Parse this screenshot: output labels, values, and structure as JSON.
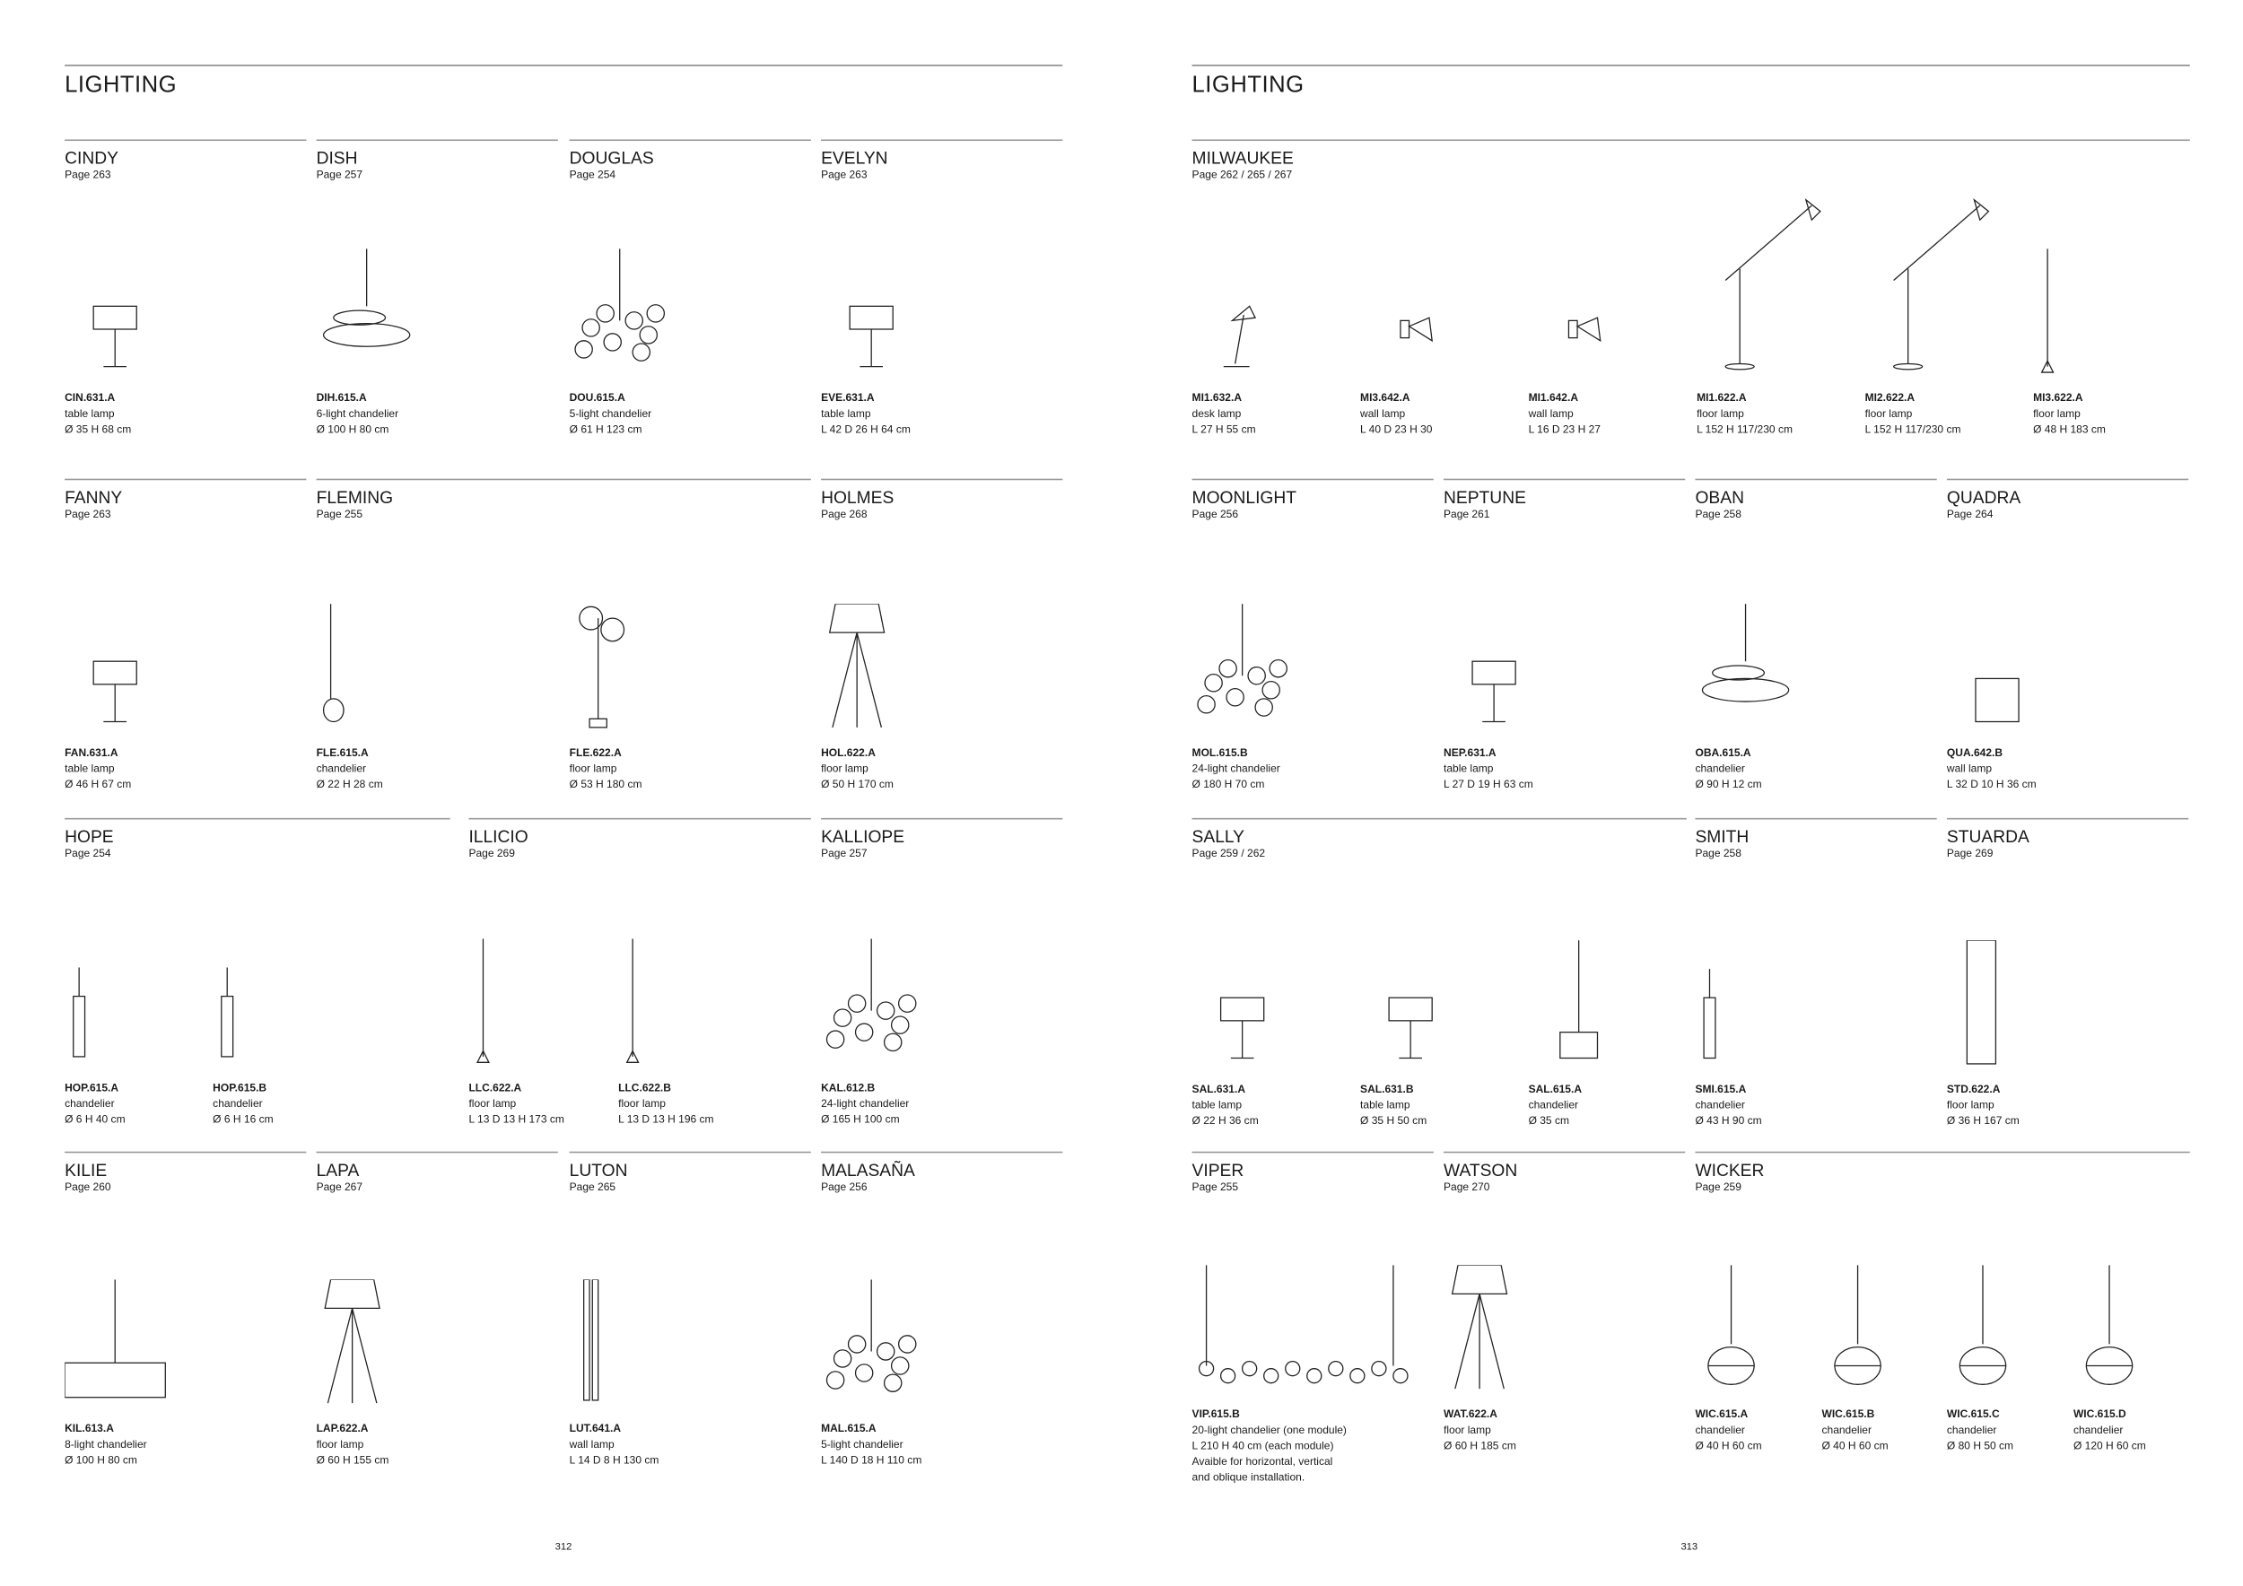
{
  "pages": [
    {
      "title": "LIGHTING",
      "page_number": "312",
      "sections": [
        {
          "name": "CINDY",
          "page": "Page 263",
          "items": [
            {
              "code": "CIN.631.A",
              "type": "table lamp",
              "dims": [
                "Ø 35 H 68 cm"
              ],
              "icon": "table-lamp"
            }
          ]
        },
        {
          "name": "DISH",
          "page": "Page 257",
          "items": [
            {
              "code": "DIH.615.A",
              "type": "6-light chandelier",
              "dims": [
                "Ø 100 H 80 cm"
              ],
              "icon": "ring-chandelier"
            }
          ]
        },
        {
          "name": "DOUGLAS",
          "page": "Page 254",
          "items": [
            {
              "code": "DOU.615.A",
              "type": "5-light chandelier",
              "dims": [
                "Ø 61 H 123 cm"
              ],
              "icon": "globe-chandelier"
            }
          ]
        },
        {
          "name": "EVELYN",
          "page": "Page 263",
          "items": [
            {
              "code": "EVE.631.A",
              "type": "table lamp",
              "dims": [
                "L 42 D 26 H 64 cm"
              ],
              "icon": "table-lamp"
            }
          ]
        },
        {
          "name": "FANNY",
          "page": "Page 263",
          "items": [
            {
              "code": "FAN.631.A",
              "type": "table lamp",
              "dims": [
                "Ø 46 H 67 cm"
              ],
              "icon": "table-lamp"
            }
          ]
        },
        {
          "name": "FLEMING",
          "page": "Page 255",
          "items": [
            {
              "code": "FLE.615.A",
              "type": "chandelier",
              "dims": [
                "Ø 22 H 28 cm"
              ],
              "icon": "pendant"
            },
            {
              "code": "FLE.622.A",
              "type": "floor lamp",
              "dims": [
                "Ø 53 H 180 cm"
              ],
              "icon": "globe-floor-lamp"
            }
          ]
        },
        {
          "name": "HOLMES",
          "page": "Page 268",
          "items": [
            {
              "code": "HOL.622.A",
              "type": "floor lamp",
              "dims": [
                "Ø 50 H 170 cm"
              ],
              "icon": "tripod-floor-lamp"
            }
          ]
        },
        {
          "name": "HOPE",
          "page": "Page 254",
          "items": [
            {
              "code": "HOP.615.A",
              "type": "chandelier",
              "dims": [
                "Ø 6 H 40 cm"
              ],
              "icon": "tube-pendant"
            },
            {
              "code": "HOP.615.B",
              "type": "chandelier",
              "dims": [
                "Ø 6 H 16 cm"
              ],
              "icon": "tube-pendant"
            }
          ]
        },
        {
          "name": "ILLICIO",
          "page": "Page 269",
          "items": [
            {
              "code": "LLC.622.A",
              "type": "floor lamp",
              "dims": [
                "L 13 D 13 H 173 cm"
              ],
              "icon": "stick-floor-lamp"
            },
            {
              "code": "LLC.622.B",
              "type": "floor lamp",
              "dims": [
                "L 13 D 13 H 196 cm"
              ],
              "icon": "stick-floor-lamp"
            }
          ]
        },
        {
          "name": "KALLIOPE",
          "page": "Page 257",
          "items": [
            {
              "code": "KAL.612.B",
              "type": "24-light chandelier",
              "dims": [
                "Ø 165 H 100 cm"
              ],
              "icon": "globe-chandelier"
            }
          ]
        },
        {
          "name": "KILIE",
          "page": "Page 260",
          "items": [
            {
              "code": "KIL.613.A",
              "type": "8-light chandelier",
              "dims": [
                "Ø 100 H 80 cm"
              ],
              "icon": "drum-chandelier"
            }
          ]
        },
        {
          "name": "LAPA",
          "page": "Page 267",
          "items": [
            {
              "code": "LAP.622.A",
              "type": "floor lamp",
              "dims": [
                "Ø 60 H 155 cm"
              ],
              "icon": "tripod-floor-lamp"
            }
          ]
        },
        {
          "name": "LUTON",
          "page": "Page 265",
          "items": [
            {
              "code": "LUT.641.A",
              "type": "wall lamp",
              "dims": [
                "L 14 D 8 H 130 cm"
              ],
              "icon": "bar-wall-lamp"
            }
          ]
        },
        {
          "name": "MALASAÑA",
          "page": "Page 256",
          "items": [
            {
              "code": "MAL.615.A",
              "type": "5-light chandelier",
              "dims": [
                "L 140 D 18 H 110 cm"
              ],
              "icon": "globe-chandelier"
            }
          ]
        }
      ]
    },
    {
      "title": "LIGHTING",
      "page_number": "313",
      "sections": [
        {
          "name": "MILWAUKEE",
          "page": "Page 262 / 265 / 267",
          "items": [
            {
              "code": "MI1.632.A",
              "type": "desk lamp",
              "dims": [
                "L 27 H 55 cm"
              ],
              "icon": "desk-lamp"
            },
            {
              "code": "MI3.642.A",
              "type": "wall lamp",
              "dims": [
                "L 40 D 23 H 30"
              ],
              "icon": "wall-lamp"
            },
            {
              "code": "MI1.642.A",
              "type": "wall lamp",
              "dims": [
                "L 16 D 23 H 27"
              ],
              "icon": "wall-lamp"
            },
            {
              "code": "MI1.622.A",
              "type": "floor lamp",
              "dims": [
                "L 152 H 117/230 cm"
              ],
              "icon": "arm-floor-lamp"
            },
            {
              "code": "MI2.622.A",
              "type": "floor lamp",
              "dims": [
                "L 152 H 117/230 cm"
              ],
              "icon": "arm-floor-lamp"
            },
            {
              "code": "MI3.622.A",
              "type": "floor lamp",
              "dims": [
                "Ø 48 H 183 cm"
              ],
              "icon": "stick-floor-lamp"
            }
          ]
        },
        {
          "name": "MOONLIGHT",
          "page": "Page 256",
          "items": [
            {
              "code": "MOL.615.B",
              "type": "24-light chandelier",
              "dims": [
                "Ø 180 H 70 cm"
              ],
              "icon": "globe-chandelier"
            }
          ]
        },
        {
          "name": "NEPTUNE",
          "page": "Page 261",
          "items": [
            {
              "code": "NEP.631.A",
              "type": "table lamp",
              "dims": [
                "L 27 D 19 H 63 cm"
              ],
              "icon": "table-lamp"
            }
          ]
        },
        {
          "name": "OBAN",
          "page": "Page 258",
          "items": [
            {
              "code": "OBA.615.A",
              "type": "chandelier",
              "dims": [
                "Ø 90 H 12 cm"
              ],
              "icon": "ring-chandelier"
            }
          ]
        },
        {
          "name": "QUADRA",
          "page": "Page 264",
          "items": [
            {
              "code": "QUA.642.B",
              "type": "wall lamp",
              "dims": [
                "L 32 D 10 H 36 cm"
              ],
              "icon": "box-wall-lamp"
            }
          ]
        },
        {
          "name": "SALLY",
          "page": "Page 259 / 262",
          "items": [
            {
              "code": "SAL.631.A",
              "type": "table lamp",
              "dims": [
                "Ø 22 H 36 cm"
              ],
              "icon": "table-lamp"
            },
            {
              "code": "SAL.631.B",
              "type": "table lamp",
              "dims": [
                "Ø 35 H 50 cm"
              ],
              "icon": "table-lamp"
            },
            {
              "code": "SAL.615.A",
              "type": "chandelier",
              "dims": [
                "Ø 35 cm"
              ],
              "icon": "drum-pendant"
            }
          ]
        },
        {
          "name": "SMITH",
          "page": "Page 258",
          "items": [
            {
              "code": "SMI.615.A",
              "type": "chandelier",
              "dims": [
                "Ø 43 H 90 cm"
              ],
              "icon": "tube-pendant"
            }
          ]
        },
        {
          "name": "STUARDA",
          "page": "Page 269",
          "items": [
            {
              "code": "STD.622.A",
              "type": "floor lamp",
              "dims": [
                "Ø  36 H 167 cm"
              ],
              "icon": "column-floor-lamp"
            }
          ]
        },
        {
          "name": "VIPER",
          "page": "Page 255",
          "items": [
            {
              "code": "VIP.615.B",
              "type": "20-light chandelier (one module)",
              "dims": [
                "L 210 H 40 cm (each module)",
                "Avaible for horizontal, vertical",
                "and oblique installation."
              ],
              "icon": "linear-chandelier"
            }
          ]
        },
        {
          "name": "WATSON",
          "page": "Page 270",
          "items": [
            {
              "code": "WAT.622.A",
              "type": "floor lamp",
              "dims": [
                "Ø 60 H 185 cm"
              ],
              "icon": "tripod-floor-lamp"
            }
          ]
        },
        {
          "name": "WICKER",
          "page": "Page 259",
          "items": [
            {
              "code": "WIC.615.A",
              "type": "chandelier",
              "dims": [
                "Ø 40 H 60 cm"
              ],
              "icon": "wicker-pendant"
            },
            {
              "code": "WIC.615.B",
              "type": "chandelier",
              "dims": [
                "Ø 40 H 60 cm"
              ],
              "icon": "wicker-pendant"
            },
            {
              "code": "WIC.615.C",
              "type": "chandelier",
              "dims": [
                "Ø 80 H 50 cm"
              ],
              "icon": "wicker-pendant"
            },
            {
              "code": "WIC.615.D",
              "type": "chandelier",
              "dims": [
                "Ø 120 H 60 cm"
              ],
              "icon": "wicker-pendant"
            }
          ]
        }
      ]
    }
  ]
}
